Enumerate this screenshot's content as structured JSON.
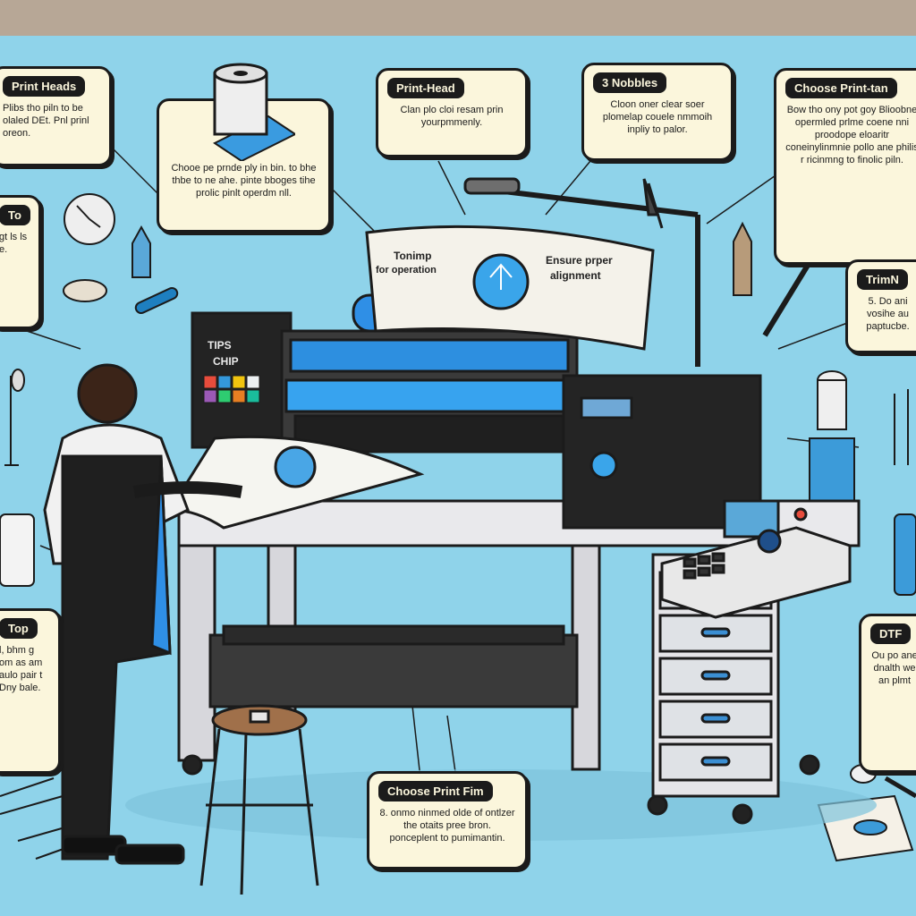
{
  "callouts": {
    "print_heads": {
      "title": "Print Heads",
      "body": "Plibs tho piln to be olaled DEt. Pnl prinl oreon."
    },
    "paper_callout": {
      "body": "Chooe pe prnde ply in bin. to bhe thbe to ne ahe. pinte bboges tihe prolic pinlt operdm nll."
    },
    "print_head": {
      "title": "Print-Head",
      "body": "Clan plo cloi resam prin yourpmmenly."
    },
    "nozzles": {
      "title": "3 Nobbles",
      "body": "Cloon oner clear soer plomelap couele nmmoih inpliy to palor."
    },
    "choose_print": {
      "title": "Choose Print-tan",
      "body": "Bow tho ony pot goy Blioobne opermled prlme coene nni proodope eloaritr coneinylinmnie pollo ane philis r ricinmng to finolic piln."
    },
    "left_small": {
      "title": "To",
      "body": "gt ls ls e."
    },
    "trim": {
      "title": "TrimN",
      "body": "5. Do ani vosihe au paptucbe."
    },
    "left_top": {
      "title": "Top",
      "body": "l, bhm g om as am aulo pair t Dny bale."
    },
    "dtf": {
      "title": "DTF",
      "body": "Ou po ane dnalth we an plmt"
    },
    "bottom": {
      "title": "Choose Print Fim",
      "body": "8. onmo ninmed olde of ontlzer the otaits pree bron. ponceplent to pumimantin."
    }
  },
  "machine": {
    "side_label_1": "TIPS",
    "side_label_2": "CHIP",
    "banner_left_1": "Tonimp",
    "banner_left_2": "for operation",
    "banner_right_1": "Ensure prper",
    "banner_right_2": "alignment"
  }
}
